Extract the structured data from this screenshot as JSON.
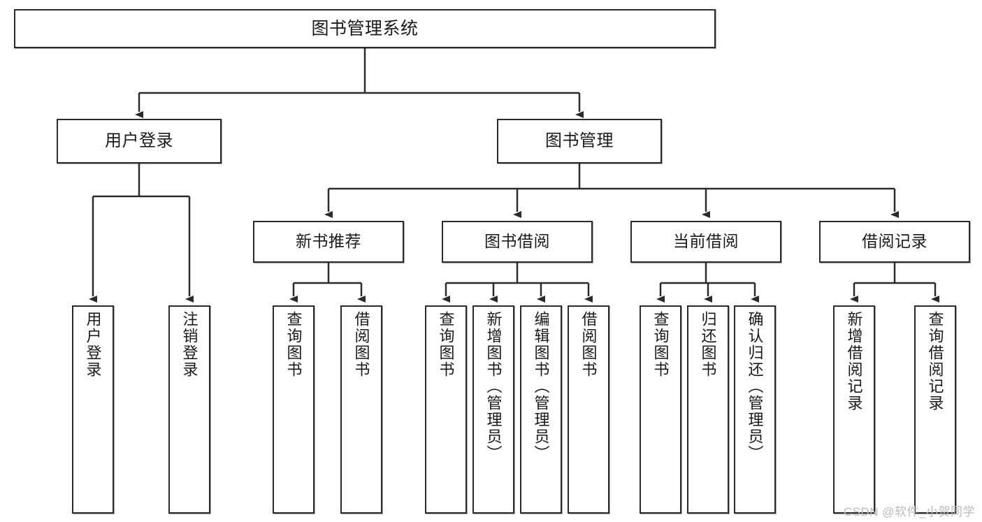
{
  "diagram": {
    "title": "图书管理系统",
    "watermark": "CSDN @软件_小贺同学",
    "colors": {
      "stroke": "#2b2b2b",
      "fill": "#ffffff",
      "text": "#1a1a1a",
      "watermark": "#b9b9b9"
    },
    "root": {
      "label": "图书管理系统"
    },
    "level1": [
      {
        "label": "用户登录"
      },
      {
        "label": "图书管理"
      }
    ],
    "level2": [
      {
        "label": "新书推荐"
      },
      {
        "label": "图书借阅"
      },
      {
        "label": "当前借阅"
      },
      {
        "label": "借阅记录"
      }
    ],
    "leaves": {
      "user_login": [
        {
          "label": "用户登录"
        },
        {
          "label": "注销登录"
        }
      ],
      "new_book_recommend": [
        {
          "label": "查询图书"
        },
        {
          "label": "借阅图书"
        }
      ],
      "book_borrow": [
        {
          "label": "查询图书"
        },
        {
          "label": "新增图书（管理员）"
        },
        {
          "label": "编辑图书（管理员）"
        },
        {
          "label": "借阅图书"
        }
      ],
      "current_borrow": [
        {
          "label": "查询图书"
        },
        {
          "label": "归还图书"
        },
        {
          "label": "确认归还（管理员）"
        }
      ],
      "borrow_records": [
        {
          "label": "新增借阅记录"
        },
        {
          "label": "查询借阅记录"
        }
      ]
    }
  }
}
